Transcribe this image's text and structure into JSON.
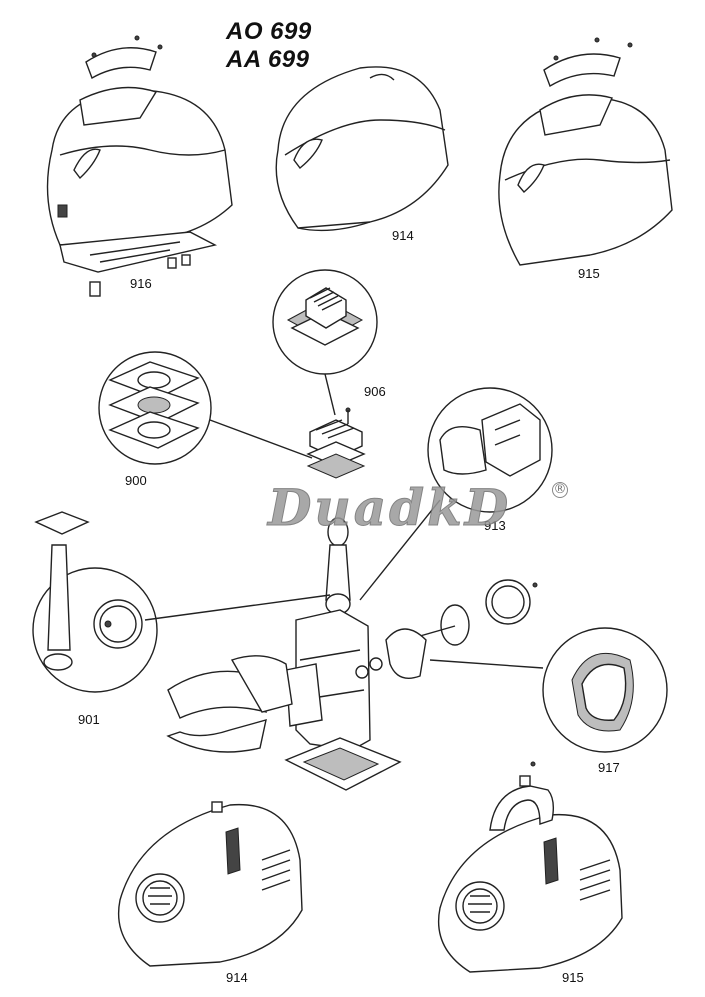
{
  "titles": [
    "AO 699",
    "AA 699"
  ],
  "watermark": "DuadkD",
  "watermark_mark": "®",
  "part_labels": {
    "p916": "916",
    "p914_top": "914",
    "p915_top": "915",
    "p906": "906",
    "p900": "900",
    "p913": "913",
    "p901": "901",
    "p917": "917",
    "p914_bottom": "914",
    "p915_bottom": "915"
  }
}
